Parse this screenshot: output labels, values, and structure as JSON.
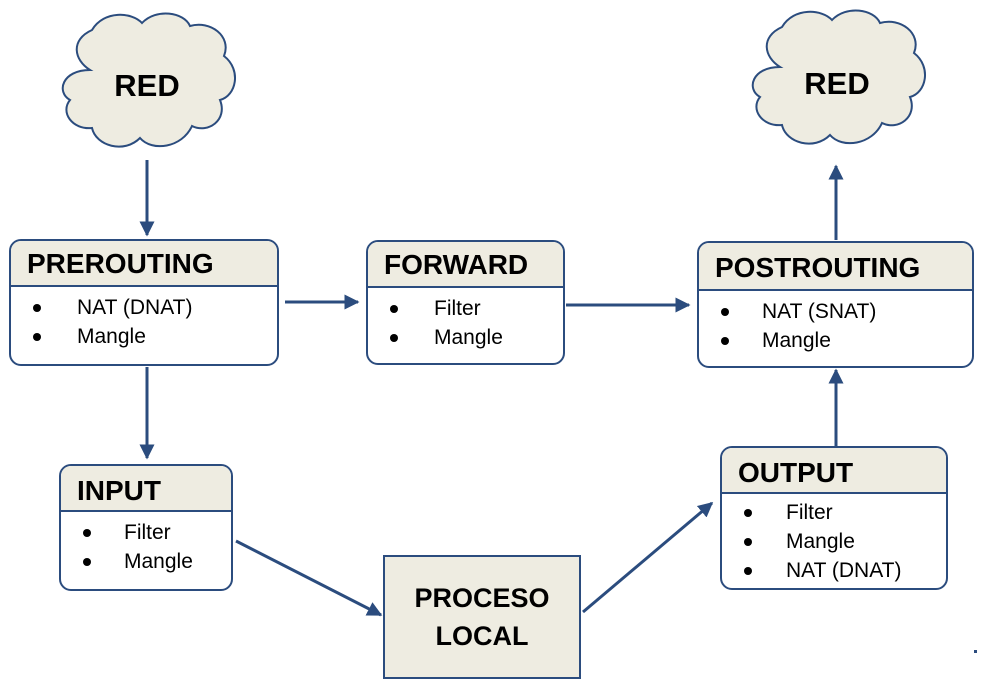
{
  "clouds": {
    "left": {
      "label": "RED"
    },
    "right": {
      "label": "RED"
    }
  },
  "chains": {
    "prerouting": {
      "title": "PREROUTING",
      "items": [
        "NAT (DNAT)",
        "Mangle"
      ]
    },
    "forward": {
      "title": "FORWARD",
      "items": [
        "Filter",
        "Mangle"
      ]
    },
    "postrouting": {
      "title": "POSTROUTING",
      "items": [
        "NAT (SNAT)",
        "Mangle"
      ]
    },
    "input": {
      "title": "INPUT",
      "items": [
        "Filter",
        "Mangle"
      ]
    },
    "output": {
      "title": "OUTPUT",
      "items": [
        "Filter",
        "Mangle",
        "NAT (DNAT)"
      ]
    }
  },
  "process": {
    "line1": "PROCESO",
    "line2": "LOCAL"
  },
  "colors": {
    "stroke": "#2b4c7e",
    "header_fill": "#eeece1",
    "cloud_fill": "#eeece1"
  }
}
